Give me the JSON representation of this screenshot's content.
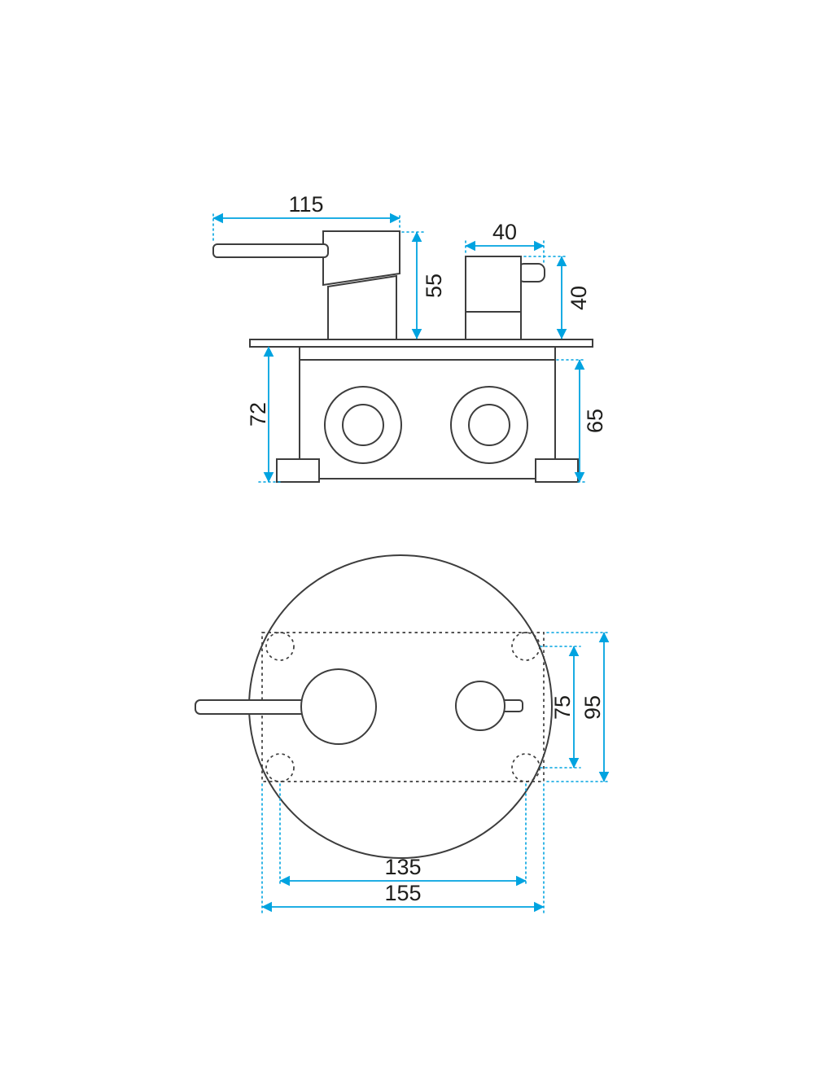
{
  "colors": {
    "line": "#3d3d3d",
    "dimension": "#00a3e0",
    "text": "#1d1d1b",
    "background": "#ffffff"
  },
  "views": {
    "side": {
      "label": "side-elevation-view",
      "dimensions": {
        "lever_length": "115",
        "diverter_width": "40",
        "mixer_height": "55",
        "diverter_height": "40",
        "box_total_depth": "72",
        "box_inner_depth": "65"
      }
    },
    "plan": {
      "label": "top-plan-view",
      "dimensions": {
        "hole_spacing_vertical": "75",
        "plate_height": "95",
        "hole_spacing_horizontal": "135",
        "plate_width": "155"
      }
    }
  }
}
